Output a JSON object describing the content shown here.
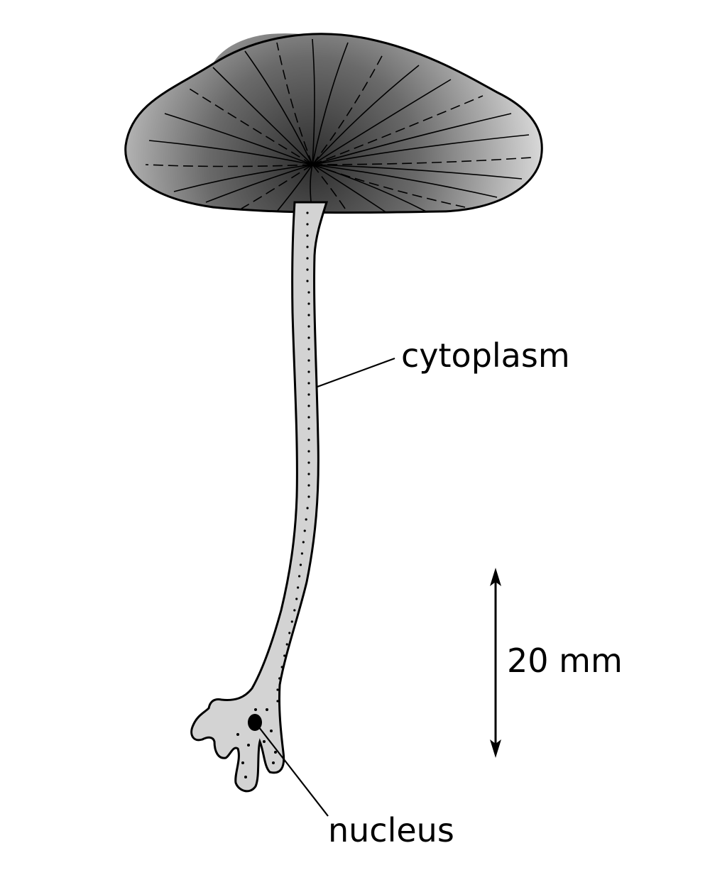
{
  "labels": {
    "cytoplasm": "cytoplasm",
    "nucleus": "nucleus",
    "scale": "20 mm"
  },
  "colors": {
    "outline": "#000000",
    "stalk_fill": "#d3d3d3",
    "cap_light": "#d9d9d9",
    "cap_dark": "#3a3a3a",
    "background": "#ffffff"
  }
}
